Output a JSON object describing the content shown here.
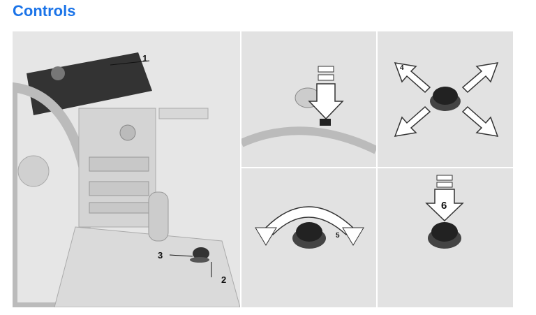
{
  "page": {
    "title": "Controls"
  },
  "figure": {
    "callouts": {
      "c1": "1",
      "c2": "2",
      "c3": "3",
      "c4": "4",
      "c5": "5",
      "c6": "6"
    }
  }
}
